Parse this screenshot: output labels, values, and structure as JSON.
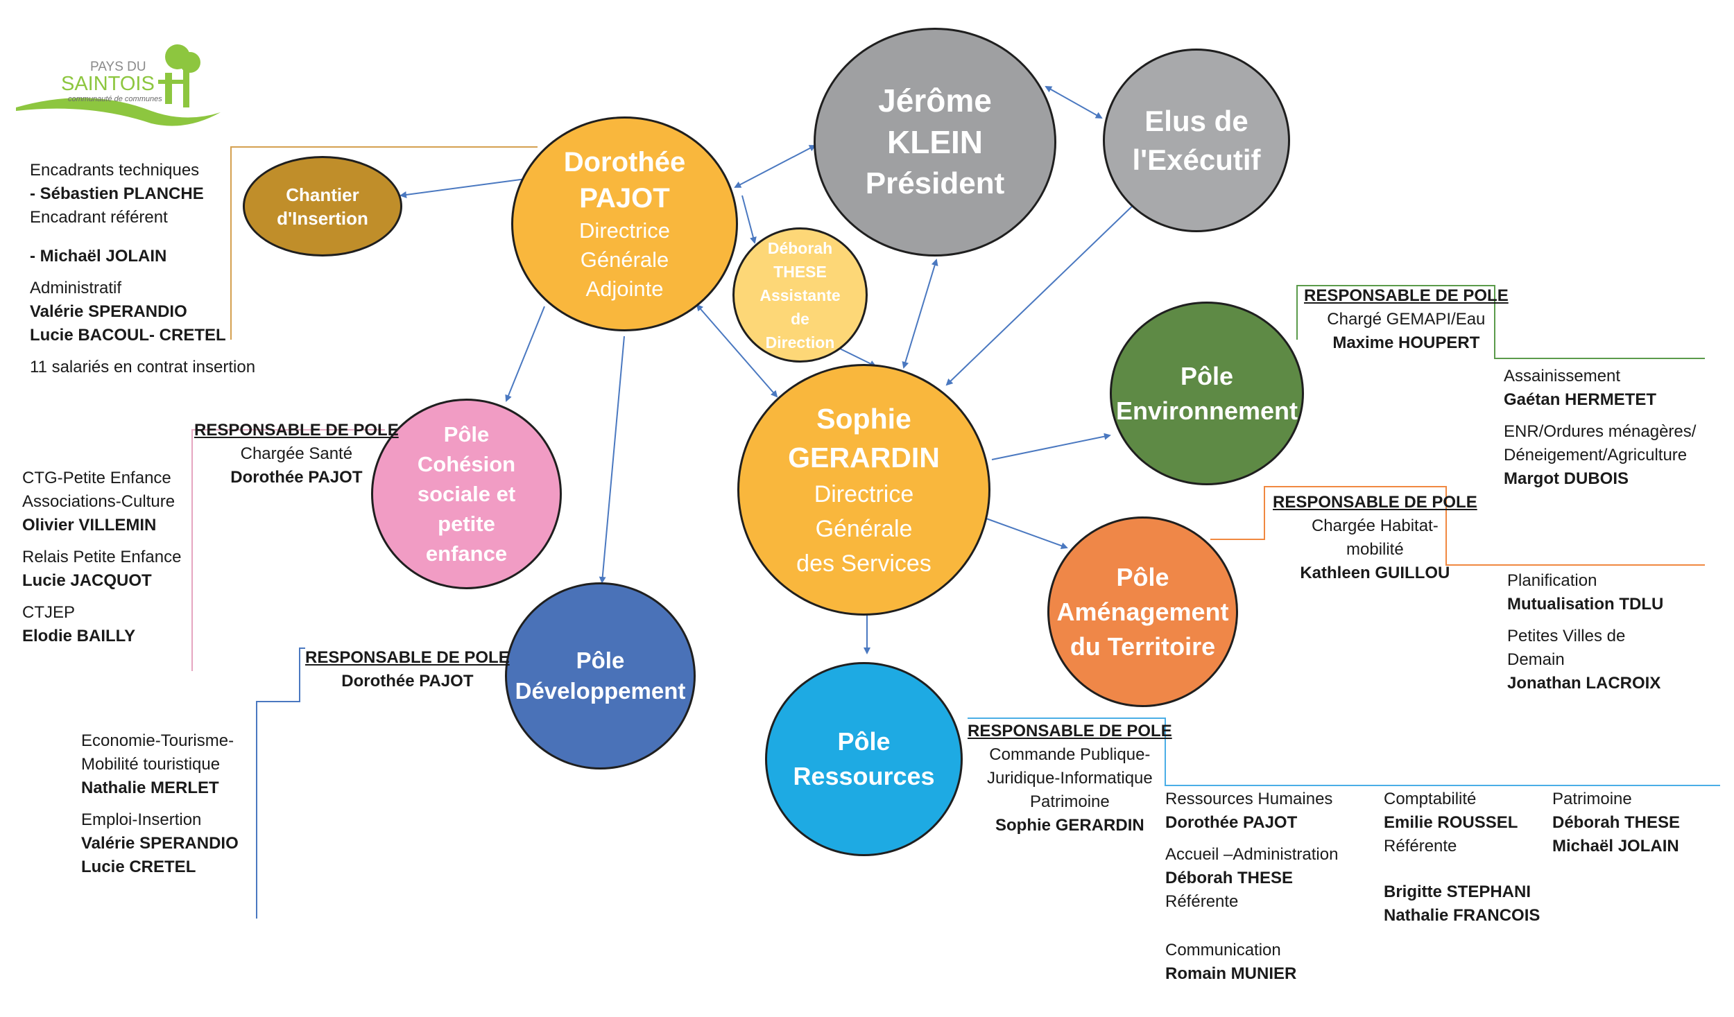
{
  "logo": {
    "line1": "PAYS DU",
    "line2": "SAINTOIS",
    "line3": "communauté de communes"
  },
  "colors": {
    "arrow": "#4a78c0",
    "orange_line": "#d4a050",
    "pink_line": "#e6a6c0",
    "blue_line": "#4a78c0",
    "green_line": "#5a9a4a",
    "amenag_line": "#f08840",
    "ressources_line": "#4aaee6"
  },
  "nodes": {
    "klein": {
      "l1": "Jérôme",
      "l2": "KLEIN",
      "l3": "Président",
      "color": "#9fa0a2"
    },
    "elus": {
      "l1": "Elus de",
      "l2": "l'Exécutif",
      "color": "#a8a9ab"
    },
    "pajot": {
      "l1": "Dorothée",
      "l2": "PAJOT",
      "r1": "Directrice",
      "r2": "Générale",
      "r3": "Adjointe",
      "color": "#f9b73d"
    },
    "chantier": {
      "l1": "Chantier",
      "l2": "d'Insertion",
      "color": "#c08e2a"
    },
    "these": {
      "l1": "Déborah",
      "l2": "THESE",
      "l3": "Assistante",
      "l4": "de",
      "l5": "Direction",
      "color": "#fdd777"
    },
    "gerardin": {
      "l1": "Sophie",
      "l2": "GERARDIN",
      "r1": "Directrice",
      "r2": "Générale",
      "r3": "des Services",
      "color": "#f9b73d"
    },
    "environnement": {
      "l1": "Pôle",
      "l2": "Environnement",
      "color": "#5e8a45"
    },
    "cohesion": {
      "l1": "Pôle",
      "l2": "Cohésion",
      "l3": "sociale et",
      "l4": "petite",
      "l5": "enfance",
      "color": "#f19cc4"
    },
    "developpement": {
      "l1": "Pôle",
      "l2": "Développement",
      "color": "#4a72b8"
    },
    "amenagement": {
      "l1": "Pôle",
      "l2": "Aménagement",
      "l3": "du Territoire",
      "color": "#ef8748"
    },
    "ressources": {
      "l1": "Pôle",
      "l2": "Ressources",
      "color": "#1eaae3"
    }
  },
  "chantier_info": {
    "l1": "Encadrants techniques",
    "l2": "- Sébastien PLANCHE",
    "l3": "Encadrant référent",
    "l4": "- Michaël JOLAIN",
    "l5": "Administratif",
    "l6": "Valérie SPERANDIO",
    "l7": "Lucie BACOUL- CRETEL",
    "l8": "11 salariés en contrat insertion"
  },
  "cohesion_resp": {
    "head": "RESPONSABLE DE POLE",
    "role": "Chargée Santé",
    "name": "Dorothée PAJOT"
  },
  "cohesion_info": {
    "l1": "CTG-Petite Enfance",
    "l2": "Associations-Culture",
    "l3": "Olivier VILLEMIN",
    "l4": "Relais Petite Enfance",
    "l5": "Lucie JACQUOT",
    "l6": "CTJEP",
    "l7": "Elodie BAILLY"
  },
  "dev_resp": {
    "head": "RESPONSABLE DE POLE",
    "name": "Dorothée PAJOT"
  },
  "dev_info": {
    "l1": "Economie-Tourisme-",
    "l2": "Mobilité touristique",
    "l3": "Nathalie MERLET",
    "l4": "Emploi-Insertion",
    "l5": "Valérie SPERANDIO",
    "l6": "Lucie CRETEL"
  },
  "env_resp": {
    "head": "RESPONSABLE DE POLE",
    "role": "Chargé GEMAPI/Eau",
    "name": "Maxime HOUPERT"
  },
  "env_info": {
    "l1": "Assainissement",
    "l2": "Gaétan HERMETET",
    "l3": "ENR/Ordures ménagères/",
    "l4": "Déneigement/Agriculture",
    "l5": "Margot DUBOIS"
  },
  "amen_resp": {
    "head": "RESPONSABLE DE POLE",
    "role1": "Chargée Habitat-",
    "role2": "mobilité",
    "name": "Kathleen GUILLOU"
  },
  "amen_info": {
    "l1": "Planification",
    "l2": "Mutualisation TDLU",
    "l3": "Petites Villes de",
    "l4": "Demain",
    "l5": "Jonathan LACROIX"
  },
  "res_resp": {
    "head": "RESPONSABLE DE POLE",
    "role1": "Commande Publique-",
    "role2": "Juridique-Informatique",
    "role3": "Patrimoine",
    "name": "Sophie GERARDIN"
  },
  "res_col1": {
    "l1": "Ressources Humaines",
    "l2": "Dorothée PAJOT",
    "l3": "Accueil –Administration",
    "l4": "Déborah THESE",
    "l5": "Référente",
    "l6": "Communication",
    "l7": "Romain MUNIER"
  },
  "res_col2": {
    "l1": "Comptabilité",
    "l2": "Emilie ROUSSEL",
    "l3": "Référente",
    "l4": "Brigitte STEPHANI",
    "l5": "Nathalie FRANCOIS"
  },
  "res_col3": {
    "l1": "Patrimoine",
    "l2": "Déborah THESE",
    "l3": "Michaël JOLAIN"
  }
}
